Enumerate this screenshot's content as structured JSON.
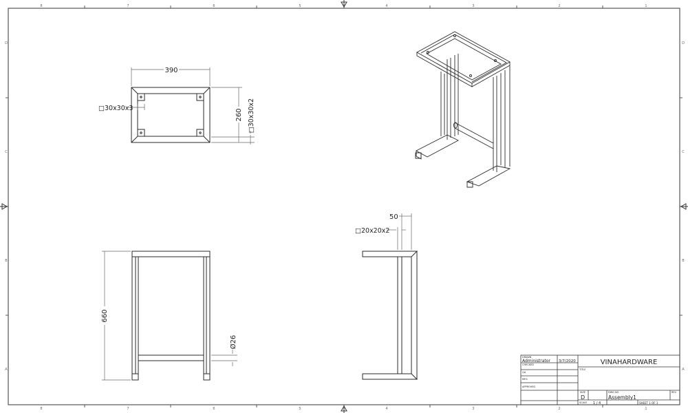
{
  "drawing": {
    "border_zones_top": [
      "8",
      "7",
      "6",
      "5",
      "4",
      "3",
      "2",
      "1"
    ],
    "border_zones_side": [
      "D",
      "C",
      "B",
      "A"
    ],
    "colors": {
      "line": "#2a2a2a",
      "dim": "#555555",
      "background": "#ffffff"
    }
  },
  "views": {
    "top_view": {
      "width_dim": "390",
      "depth_dim": "260",
      "frame_profile": "□30x30x3",
      "side_profile": "□30x30x2"
    },
    "front_view": {
      "height_dim": "660",
      "rod_dim": "Ø26"
    },
    "side_view": {
      "offset_dim": "50",
      "leg_profile": "□20x20x2"
    },
    "isometric_view": {
      "label": ""
    }
  },
  "title_block": {
    "drawn_label": "DRAWN",
    "drawn_by": "Administrator",
    "drawn_date": "3/7/2020",
    "checked_label": "CHECKED",
    "qa_label": "QA",
    "mfg_label": "MFG",
    "approved_label": "APPROVED",
    "company": "VINAHARDWARE",
    "title_label": "TITLE",
    "size_label": "SIZE",
    "size_value": "D",
    "dwg_no_label": "DWG NO",
    "dwg_no_value": "Assembly1",
    "rev_label": "REV",
    "scale_label": "SCALE",
    "scale_value": "1 / 4",
    "sheet_label": "SHEET 1  OF 1"
  }
}
